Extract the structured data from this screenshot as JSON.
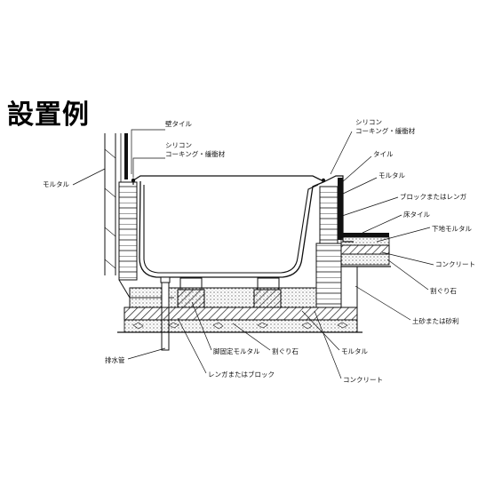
{
  "title": "設置例",
  "labels": {
    "wall_tile": "壁タイル",
    "silicone_left_1": "シリコン",
    "silicone_left_2": "コーキング・緩衝材",
    "mortar_left": "モルタル",
    "silicone_right_1": "シリコン",
    "silicone_right_2": "コーキング・緩衝材",
    "tile": "タイル",
    "mortar_right": "モルタル",
    "block_or_brick_right": "ブロックまたはレンガ",
    "floor_tile": "床タイル",
    "base_mortar": "下地モルタル",
    "concrete_right": "コンクリート",
    "crushed_stone_right": "割ぐり石",
    "soil_or_gravel": "土砂または砂利",
    "drain_pipe": "排水管",
    "leg_fixing_mortar": "脚固定モルタル",
    "crushed_stone_bottom": "割ぐり石",
    "mortar_bottom": "モルタル",
    "brick_or_block_bottom": "レンガまたはブロック",
    "concrete_bottom": "コンクリート"
  }
}
